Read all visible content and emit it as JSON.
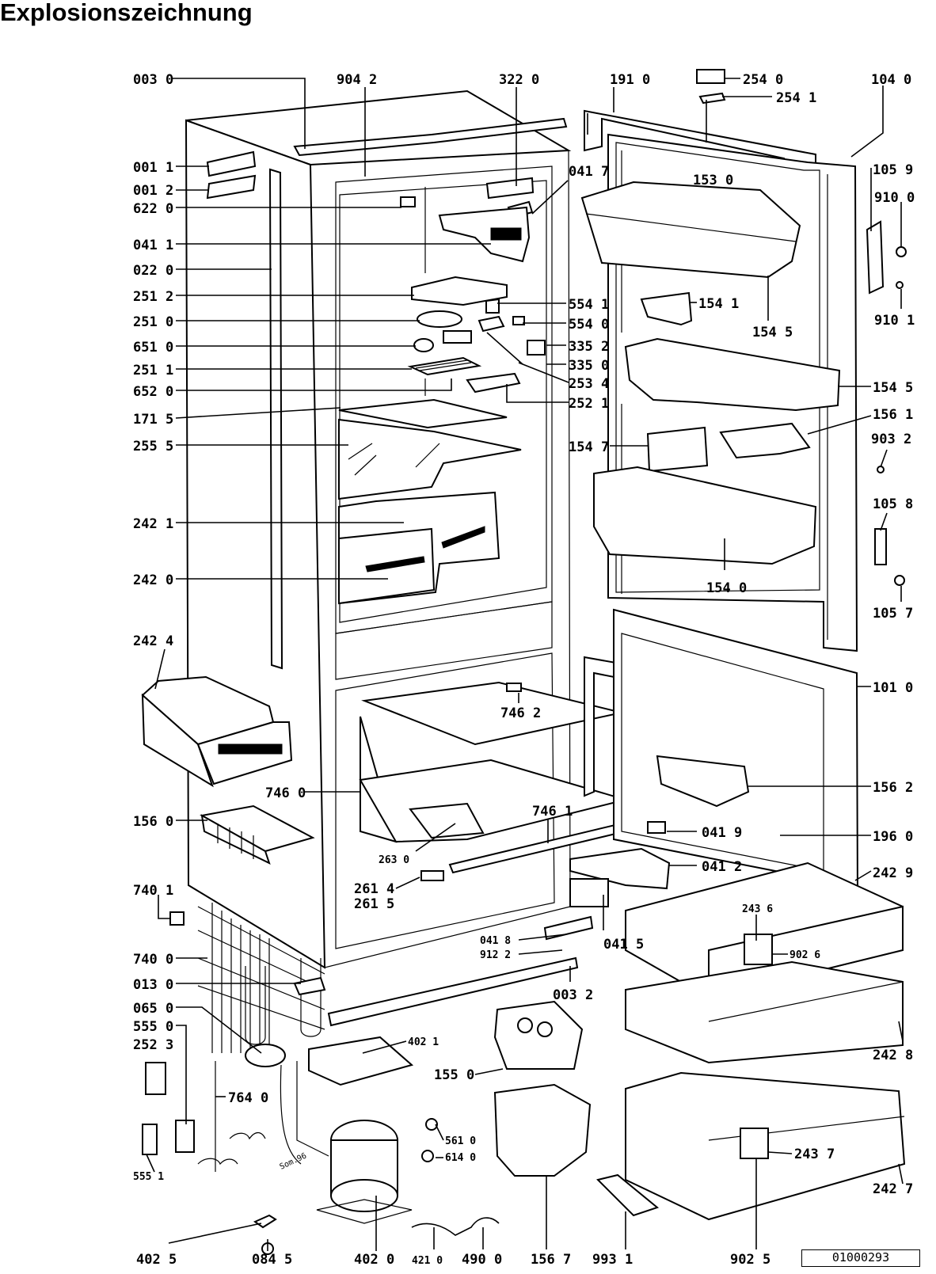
{
  "title": "Explosionszeichnung",
  "document_number": "01000293",
  "artwork_mark": "Som.96",
  "labels": [
    {
      "id": "003-0-top",
      "text": "003 0"
    },
    {
      "id": "904-2",
      "text": "904 2"
    },
    {
      "id": "322-0",
      "text": "322 0"
    },
    {
      "id": "191-0",
      "text": "191 0"
    },
    {
      "id": "254-0",
      "text": "254 0"
    },
    {
      "id": "254-1",
      "text": "254 1"
    },
    {
      "id": "104-0",
      "text": "104 0"
    },
    {
      "id": "001-1",
      "text": "001 1"
    },
    {
      "id": "001-2",
      "text": "001 2"
    },
    {
      "id": "622-0",
      "text": "622 0"
    },
    {
      "id": "041-7",
      "text": "041 7"
    },
    {
      "id": "153-0",
      "text": "153 0"
    },
    {
      "id": "105-9",
      "text": "105 9"
    },
    {
      "id": "910-0",
      "text": "910 0"
    },
    {
      "id": "041-1",
      "text": "041 1"
    },
    {
      "id": "022-0",
      "text": "022 0"
    },
    {
      "id": "251-2",
      "text": "251 2"
    },
    {
      "id": "554-1",
      "text": "554 1"
    },
    {
      "id": "154-1",
      "text": "154 1"
    },
    {
      "id": "910-1",
      "text": "910 1"
    },
    {
      "id": "251-0",
      "text": "251 0"
    },
    {
      "id": "554-0",
      "text": "554 0"
    },
    {
      "id": "154-5-upper",
      "text": "154 5"
    },
    {
      "id": "651-0",
      "text": "651 0"
    },
    {
      "id": "335-2",
      "text": "335 2"
    },
    {
      "id": "251-1",
      "text": "251 1"
    },
    {
      "id": "335-0",
      "text": "335 0"
    },
    {
      "id": "652-0",
      "text": "652 0"
    },
    {
      "id": "253-4",
      "text": "253 4"
    },
    {
      "id": "154-5-right",
      "text": "154 5"
    },
    {
      "id": "252-1",
      "text": "252 1"
    },
    {
      "id": "171-5",
      "text": "171 5"
    },
    {
      "id": "156-1",
      "text": "156 1"
    },
    {
      "id": "255-5",
      "text": "255 5"
    },
    {
      "id": "154-7",
      "text": "154 7"
    },
    {
      "id": "903-2",
      "text": "903 2"
    },
    {
      "id": "105-8",
      "text": "105 8"
    },
    {
      "id": "242-1",
      "text": "242 1"
    },
    {
      "id": "242-0",
      "text": "242 0"
    },
    {
      "id": "154-0",
      "text": "154 0"
    },
    {
      "id": "105-7",
      "text": "105 7"
    },
    {
      "id": "242-4",
      "text": "242 4"
    },
    {
      "id": "101-0",
      "text": "101 0"
    },
    {
      "id": "746-2",
      "text": "746 2"
    },
    {
      "id": "746-0",
      "text": "746 0"
    },
    {
      "id": "156-2",
      "text": "156 2"
    },
    {
      "id": "156-0",
      "text": "156 0"
    },
    {
      "id": "746-1",
      "text": "746 1"
    },
    {
      "id": "041-9",
      "text": "041 9"
    },
    {
      "id": "196-0",
      "text": "196 0"
    },
    {
      "id": "263-0",
      "text": "263 0"
    },
    {
      "id": "041-2",
      "text": "041 2"
    },
    {
      "id": "740-1",
      "text": "740 1"
    },
    {
      "id": "261-4",
      "text": "261 4"
    },
    {
      "id": "261-5",
      "text": "261 5"
    },
    {
      "id": "242-9",
      "text": "242 9"
    },
    {
      "id": "243-6",
      "text": "243 6"
    },
    {
      "id": "041-8",
      "text": "041 8"
    },
    {
      "id": "041-5",
      "text": "041 5"
    },
    {
      "id": "912-2",
      "text": "912 2"
    },
    {
      "id": "902-6",
      "text": "902 6"
    },
    {
      "id": "740-0",
      "text": "740 0"
    },
    {
      "id": "013-0",
      "text": "013 0"
    },
    {
      "id": "003-2",
      "text": "003 2"
    },
    {
      "id": "065-0",
      "text": "065 0"
    },
    {
      "id": "555-0",
      "text": "555 0"
    },
    {
      "id": "252-3",
      "text": "252 3"
    },
    {
      "id": "402-1",
      "text": "402 1"
    },
    {
      "id": "155-0",
      "text": "155 0"
    },
    {
      "id": "242-8",
      "text": "242 8"
    },
    {
      "id": "764-0",
      "text": "764 0"
    },
    {
      "id": "561-0",
      "text": "561 0"
    },
    {
      "id": "614-0",
      "text": "614 0"
    },
    {
      "id": "243-7",
      "text": "243 7"
    },
    {
      "id": "555-1",
      "text": "555 1"
    },
    {
      "id": "242-7",
      "text": "242 7"
    },
    {
      "id": "402-5",
      "text": "402 5"
    },
    {
      "id": "084-5",
      "text": "084 5"
    },
    {
      "id": "402-0",
      "text": "402 0"
    },
    {
      "id": "421-0",
      "text": "421 0"
    },
    {
      "id": "490-0",
      "text": "490 0"
    },
    {
      "id": "156-7",
      "text": "156 7"
    },
    {
      "id": "993-1",
      "text": "993 1"
    },
    {
      "id": "902-5",
      "text": "902 5"
    }
  ]
}
